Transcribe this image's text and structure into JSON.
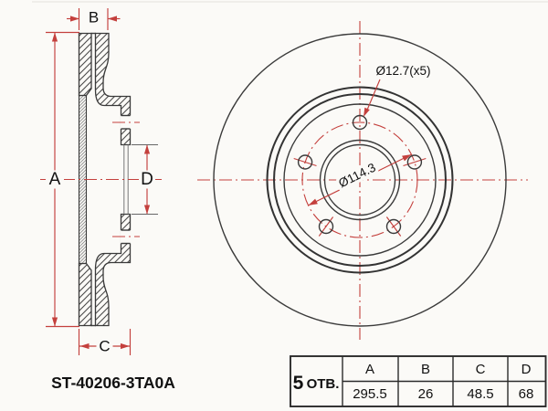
{
  "drawing": {
    "part_number": "ST-40206-3TA0A",
    "dimension_labels": {
      "a": "A",
      "b": "B",
      "c": "C",
      "d": "D"
    },
    "annotations": {
      "bolt_hole_diameter": "Ø12.7(x5)",
      "bolt_circle_diameter": "Ø114.3"
    },
    "colors": {
      "line": "#3a3a3a",
      "dimension_red": "#c4403d",
      "text": "#111111",
      "background": "#fbfaf7"
    }
  },
  "table": {
    "holes_count": "5",
    "holes_label": "ОТВ.",
    "columns": [
      {
        "label": "A",
        "value": "295.5"
      },
      {
        "label": "B",
        "value": "26"
      },
      {
        "label": "C",
        "value": "48.5"
      },
      {
        "label": "D",
        "value": "68"
      }
    ]
  }
}
